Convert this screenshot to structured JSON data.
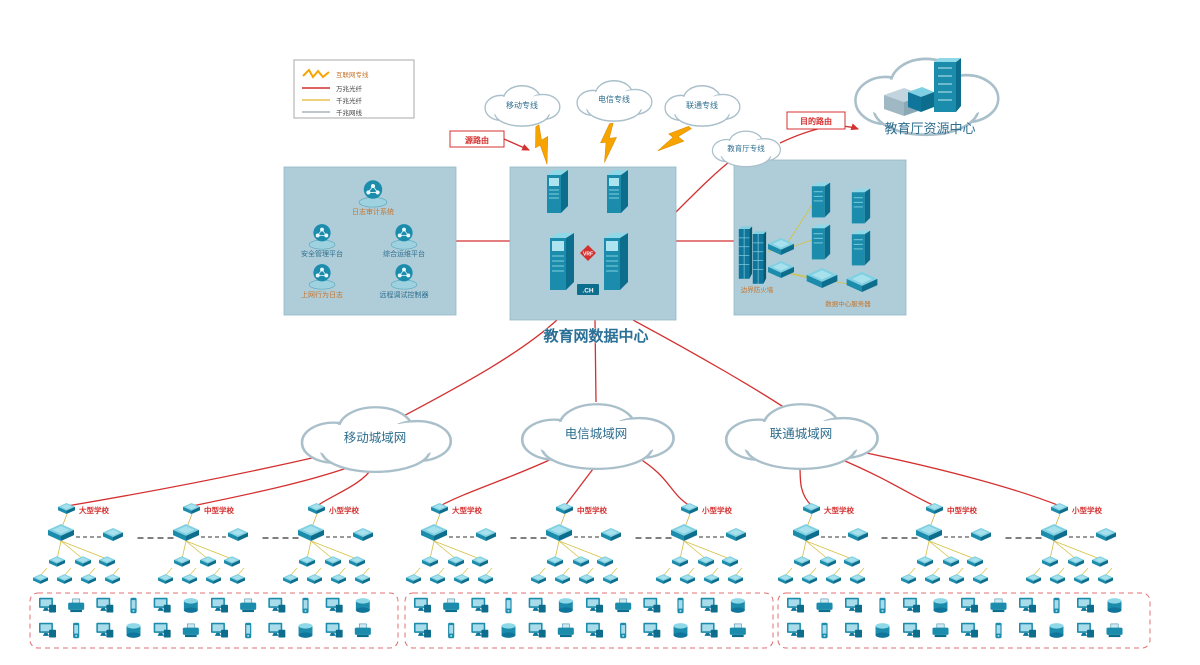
{
  "legend": {
    "items": [
      {
        "label": "互联网专线",
        "icon": "lightning",
        "color": "#f7a400"
      },
      {
        "label": "万兆光纤",
        "icon": "line",
        "color": "#d43030"
      },
      {
        "label": "千兆光纤",
        "icon": "line",
        "color": "#e8c050"
      },
      {
        "label": "千兆网线",
        "icon": "line",
        "color": "#aab4ba"
      }
    ]
  },
  "top_clouds": [
    {
      "label": "移动专线"
    },
    {
      "label": "电信专线"
    },
    {
      "label": "联通专线"
    },
    {
      "label": "教育厅专线"
    }
  ],
  "resource_center": {
    "label": "教育厅资源中心"
  },
  "routes": {
    "source_label": "源路由",
    "destination_label": "目的路由"
  },
  "datacenter": {
    "label": "教育网数据中心",
    "vrf_label": "VRF",
    "ch_label": ".CH"
  },
  "left_panel": {
    "items": [
      "日志审计系统",
      "安全管理平台",
      "综合运维平台",
      "上网行为日志",
      "远程调试控制器"
    ]
  },
  "right_panel": {
    "firewall_label": "边界防火墙",
    "servers_label": "数据中心服务器"
  },
  "regions": [
    {
      "cloud_label": "移动城域网",
      "schools": [
        "大型学校",
        "中型学校",
        "小型学校"
      ]
    },
    {
      "cloud_label": "电信城域网",
      "schools": [
        "大型学校",
        "中型学校",
        "小型学校"
      ]
    },
    {
      "cloud_label": "联通城域网",
      "schools": [
        "大型学校",
        "中型学校",
        "小型学校"
      ]
    }
  ],
  "colors": {
    "red_line": "#d43030",
    "device_teal": "#1b8cab",
    "panel_blue": "#aecdd9",
    "label_blue": "#2e6e8e",
    "label_orange": "#c4752e",
    "bolt_orange": "#f7a400"
  }
}
